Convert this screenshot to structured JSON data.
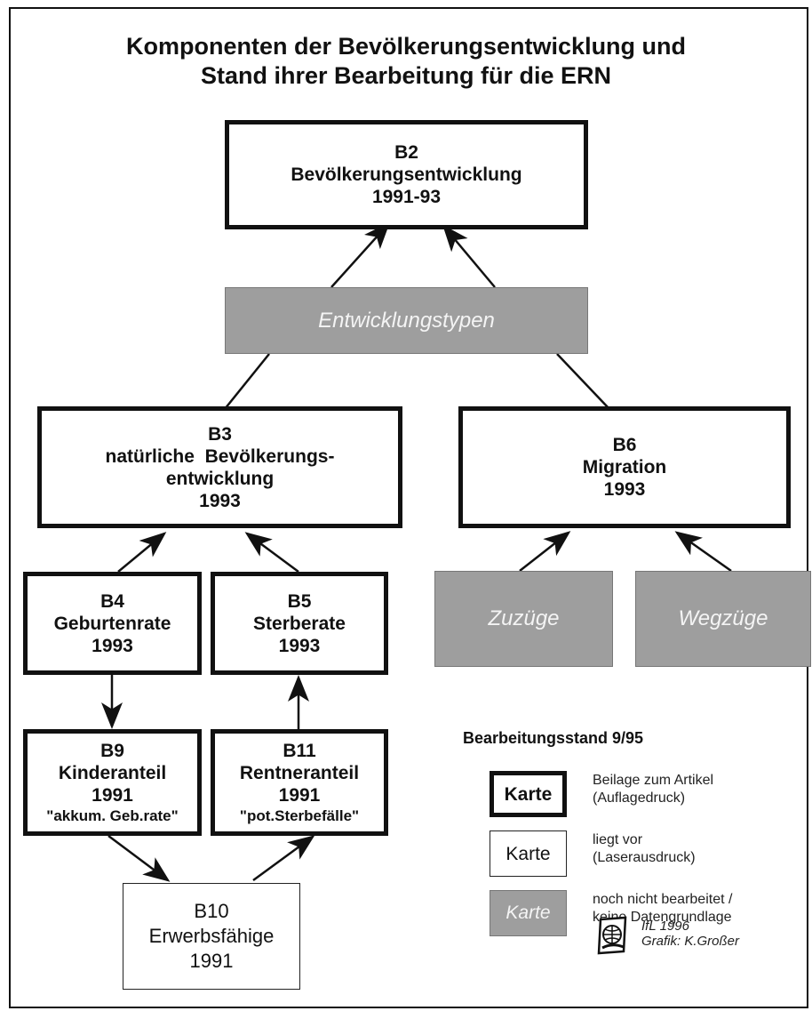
{
  "title": {
    "line1": "Komponenten der Bevölkerungsentwicklung und",
    "line2": "Stand ihrer Bearbeitung für die ERN"
  },
  "nodes": {
    "b2": {
      "line1": "B2",
      "line2": "Bevölkerungsentwicklung",
      "line3": "1991-93"
    },
    "entwicklungstypen": {
      "label": "Entwicklungstypen"
    },
    "b3": {
      "line1": "B3",
      "line2": "natürliche  Bevölkerungs-",
      "line3": "entwicklung",
      "line4": "1993"
    },
    "b6": {
      "line1": "B6",
      "line2": "Migration",
      "line3": "1993"
    },
    "b4": {
      "line1": "B4",
      "line2": "Geburtenrate",
      "line3": "1993"
    },
    "b5": {
      "line1": "B5",
      "line2": "Sterberate",
      "line3": "1993"
    },
    "zuzuege": {
      "label": "Zuzüge"
    },
    "wegzuege": {
      "label": "Wegzüge"
    },
    "b9": {
      "line1": "B9",
      "line2": "Kinderanteil",
      "line3": "1991",
      "note": "\"akkum. Geb.rate\""
    },
    "b11": {
      "line1": "B11",
      "line2": "Rentneranteil",
      "line3": "1991",
      "note": "\"pot.Sterbefälle\""
    },
    "b10": {
      "line1": "B10",
      "line2": "Erwerbsfähige",
      "line3": "1991"
    }
  },
  "legend": {
    "heading": "Bearbeitungsstand 9/95",
    "items": [
      {
        "sample": "Karte",
        "desc1": "Beilage zum Artikel",
        "desc2": "(Auflagedruck)"
      },
      {
        "sample": "Karte",
        "desc1": "liegt vor",
        "desc2": "(Laserausdruck)"
      },
      {
        "sample": "Karte",
        "desc1": "noch nicht bearbeitet /",
        "desc2": "keine Datengrundlage"
      }
    ]
  },
  "credit": {
    "line1": "IfL 1996",
    "line2": "Grafik: K.Großer"
  },
  "colors": {
    "ink": "#111111",
    "grey_fill": "#9e9e9e",
    "grey_text": "#f4f4f4"
  }
}
